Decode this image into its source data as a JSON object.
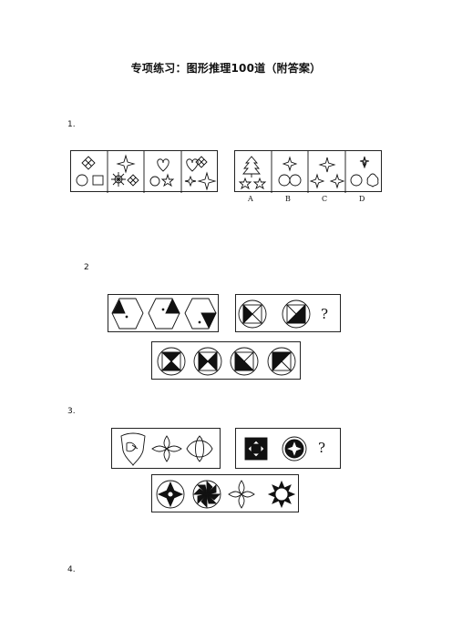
{
  "document": {
    "title": "专项练习：图形推理100道（附答案）"
  },
  "questions": [
    {
      "number": "1.",
      "options": [
        "A",
        "B",
        "C",
        "D"
      ]
    },
    {
      "number": "2",
      "unknown_mark": "?"
    },
    {
      "number": "3.",
      "unknown_mark": "?"
    },
    {
      "number": "4."
    }
  ]
}
